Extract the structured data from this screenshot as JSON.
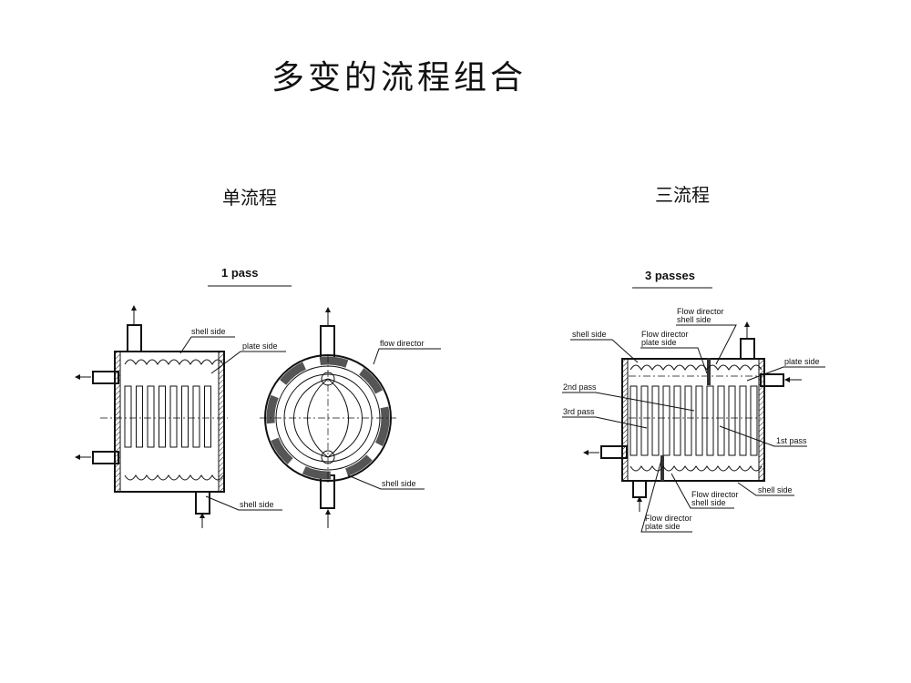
{
  "title": "多变的流程组合",
  "single": {
    "heading": "单流程",
    "diagram_title": "1 pass",
    "labels": {
      "shell_side_top": "shell side",
      "plate_side": "plate side",
      "flow_director": "flow director",
      "shell_side_bottom": "shell side",
      "shell_side_circle": "shell side"
    }
  },
  "triple": {
    "heading": "三流程",
    "diagram_title": "3 passes",
    "labels": {
      "fd_shell_top_1": "Flow director",
      "fd_shell_top_2": "shell side",
      "shell_side_top": "shell side",
      "fd_plate_top_1": "Flow director",
      "fd_plate_top_2": "plate side",
      "plate_side": "plate side",
      "pass_2": "2nd pass",
      "pass_3": "3rd pass",
      "pass_1": "1st pass",
      "shell_side_bottom": "shell side",
      "fd_shell_bottom_1": "Flow director",
      "fd_shell_bottom_2": "shell side",
      "fd_plate_bottom_1": "Flow director",
      "fd_plate_bottom_2": "plate side"
    }
  }
}
